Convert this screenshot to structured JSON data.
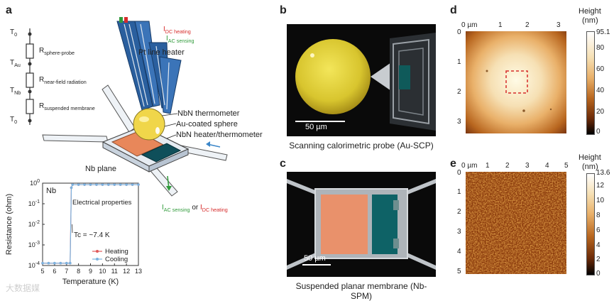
{
  "panels": {
    "a": {
      "label": "a",
      "thermal_nodes": [
        "T0",
        "TAu",
        "TNb",
        "T0"
      ],
      "resistors": [
        "R sphere-probe",
        "R near-field radiation",
        "R suspended membrane"
      ],
      "callouts": {
        "pt_heater": "Pt line heater",
        "idc_heating": "IDC heating",
        "iac_sensing": "IAC sensing",
        "nbn_thermometer": "NbN thermometer",
        "au_sphere": "Au-coated sphere",
        "nbn_heater": "NbN heater/thermometer",
        "nb_plane": "Nb plane",
        "bottom_iac": "IAC sensing",
        "bottom_or": "or",
        "bottom_idc": "IDC heating"
      }
    },
    "a_inset": {
      "material": "Nb",
      "note": "Electrical properties",
      "tc_label": "Tc = ~7.4 K",
      "legend": [
        "Heating",
        "Cooling"
      ],
      "colors": {
        "heating": "#e05a5a",
        "cooling": "#7ab3e0"
      }
    },
    "b": {
      "label": "b",
      "scale": "50 µm",
      "caption": "Scanning calorimetric probe (Au-SCP)"
    },
    "c": {
      "label": "c",
      "scale": "50 µm",
      "caption": "Suspended planar membrane (Nb-SPM)"
    },
    "d": {
      "label": "d",
      "x_ticks": [
        "0 µm",
        "1",
        "2",
        "3"
      ],
      "y_ticks": [
        "0",
        "1",
        "2",
        "3"
      ],
      "colorbar_title_1": "Height",
      "colorbar_title_2": "(nm)",
      "colorbar_ticks": [
        "95.1",
        "80",
        "60",
        "40",
        "20",
        "0"
      ]
    },
    "e": {
      "label": "e",
      "x_ticks": [
        "0 µm",
        "1",
        "2",
        "3",
        "4",
        "5"
      ],
      "y_ticks": [
        "0",
        "1",
        "2",
        "3",
        "4",
        "5"
      ],
      "colorbar_title_1": "Height",
      "colorbar_title_2": "(nm)",
      "colorbar_ticks": [
        "13.6",
        "12",
        "10",
        "8",
        "6",
        "4",
        "2",
        "0"
      ]
    },
    "watermark": "大数据媒"
  },
  "chart_data": {
    "type": "line",
    "title": "",
    "xlabel": "Temperature (K)",
    "ylabel": "Resistance (ohm)",
    "x_ticks": [
      "5",
      "6",
      "7",
      "8",
      "9",
      "10",
      "11",
      "12",
      "13"
    ],
    "y_ticks": [
      "10^0",
      "10^-1",
      "10^-2",
      "10^-3",
      "10^-4"
    ],
    "xlim": [
      5,
      13
    ],
    "ylim": [
      0.0001,
      1
    ],
    "yscale": "log",
    "series": [
      {
        "name": "Heating",
        "x": [
          5.0,
          5.5,
          6.0,
          6.5,
          7.0,
          7.3,
          7.4,
          7.5,
          8.0,
          8.5,
          9.0,
          9.5,
          10.0,
          10.5,
          11.0,
          11.5,
          12.0,
          12.5,
          13.0
        ],
        "y": [
          0.00013,
          0.00013,
          0.00013,
          0.00013,
          0.00013,
          0.00013,
          0.6,
          0.85,
          0.85,
          0.85,
          0.85,
          0.85,
          0.85,
          0.85,
          0.85,
          0.85,
          0.85,
          0.85,
          0.85
        ]
      },
      {
        "name": "Cooling",
        "x": [
          5.0,
          5.5,
          6.0,
          6.5,
          7.0,
          7.3,
          7.4,
          7.5,
          8.0,
          8.5,
          9.0,
          9.5,
          10.0,
          10.5,
          11.0,
          11.5,
          12.0,
          12.5,
          13.0
        ],
        "y": [
          0.00013,
          0.00013,
          0.00013,
          0.00013,
          0.00013,
          0.00013,
          0.6,
          0.85,
          0.85,
          0.85,
          0.85,
          0.85,
          0.85,
          0.85,
          0.85,
          0.85,
          0.85,
          0.85,
          0.85
        ]
      }
    ]
  }
}
